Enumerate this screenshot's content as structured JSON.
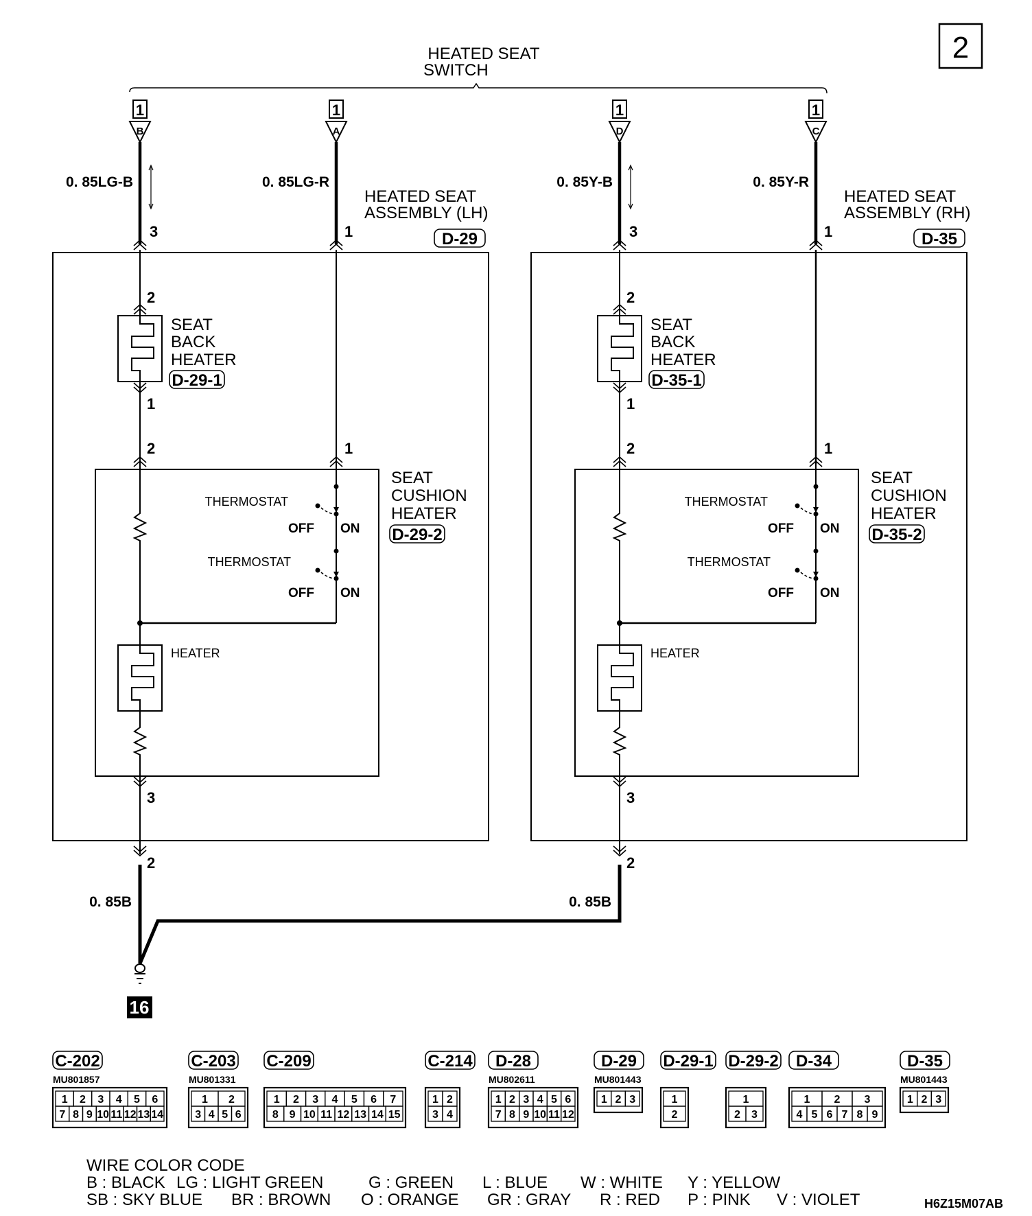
{
  "page_number": "2",
  "switch": {
    "title_line1": "HEATED SEAT",
    "title_line2": "SWITCH",
    "terminals": [
      {
        "connector": "1",
        "pin": "B",
        "wire": "0. 85LG-B"
      },
      {
        "connector": "1",
        "pin": "A",
        "wire": "0. 85LG-R"
      },
      {
        "connector": "1",
        "pin": "D",
        "wire": "0. 85Y-B"
      },
      {
        "connector": "1",
        "pin": "C",
        "wire": "0. 85Y-R"
      }
    ]
  },
  "assemblies": [
    {
      "title_line1": "HEATED SEAT",
      "title_line2": "ASSEMBLY (LH)",
      "connector": "D-29",
      "pin_top_left": "3",
      "pin_top_right": "1",
      "back_heater": {
        "line1": "SEAT",
        "line2": "BACK",
        "line3": "HEATER",
        "connector": "D-29-1",
        "pin_top": "2",
        "pin_bottom": "1"
      },
      "cushion_heater": {
        "line1": "SEAT",
        "line2": "CUSHION",
        "line3": "HEATER",
        "connector": "D-29-2",
        "pin_top_left": "2",
        "pin_top_right": "1",
        "pin_bottom": "3"
      },
      "thermostat1": {
        "label": "THERMOSTAT",
        "off": "OFF",
        "on": "ON"
      },
      "thermostat2": {
        "label": "THERMOSTAT",
        "off": "OFF",
        "on": "ON"
      },
      "heater_label": "HEATER",
      "pin_bottom": "2",
      "ground_wire": "0. 85B"
    },
    {
      "title_line1": "HEATED SEAT",
      "title_line2": "ASSEMBLY (RH)",
      "connector": "D-35",
      "pin_top_left": "3",
      "pin_top_right": "1",
      "back_heater": {
        "line1": "SEAT",
        "line2": "BACK",
        "line3": "HEATER",
        "connector": "D-35-1",
        "pin_top": "2",
        "pin_bottom": "1"
      },
      "cushion_heater": {
        "line1": "SEAT",
        "line2": "CUSHION",
        "line3": "HEATER",
        "connector": "D-35-2",
        "pin_top_left": "2",
        "pin_top_right": "1",
        "pin_bottom": "3"
      },
      "thermostat1": {
        "label": "THERMOSTAT",
        "off": "OFF",
        "on": "ON"
      },
      "thermostat2": {
        "label": "THERMOSTAT",
        "off": "OFF",
        "on": "ON"
      },
      "heater_label": "HEATER",
      "pin_bottom": "2",
      "ground_wire": "0. 85B"
    }
  ],
  "ground": {
    "id": "16"
  },
  "connectors": [
    {
      "id": "C-202",
      "part": "MU801857",
      "rows": [
        [
          "1",
          "2",
          "3",
          "4",
          "5",
          "6"
        ],
        [
          "7",
          "8",
          "9",
          "10",
          "11",
          "12",
          "13",
          "14"
        ]
      ]
    },
    {
      "id": "C-203",
      "part": "MU801331",
      "rows": [
        [
          "1",
          "2"
        ],
        [
          "3",
          "4",
          "5",
          "6"
        ]
      ]
    },
    {
      "id": "C-209",
      "part": "",
      "rows": [
        [
          "1",
          "2",
          "3",
          "4",
          "5",
          "6",
          "7"
        ],
        [
          "8",
          "9",
          "10",
          "11",
          "12",
          "13",
          "14",
          "15"
        ]
      ]
    },
    {
      "id": "C-214",
      "part": "",
      "rows": [
        [
          "1",
          "2"
        ],
        [
          "3",
          "4"
        ]
      ]
    },
    {
      "id": "D-28",
      "part": "MU802611",
      "rows": [
        [
          "1",
          "2",
          "3",
          "4",
          "5",
          "6"
        ],
        [
          "7",
          "8",
          "9",
          "10",
          "11",
          "12"
        ]
      ]
    },
    {
      "id": "D-29",
      "part": "MU801443",
      "rows": [
        [
          "1",
          "2",
          "3"
        ]
      ]
    },
    {
      "id": "D-29-1",
      "part": "",
      "rows": [
        [
          "1"
        ],
        [
          "2"
        ]
      ]
    },
    {
      "id": "D-29-2",
      "part": "",
      "rows": [
        [
          "1"
        ],
        [
          "2",
          "3"
        ]
      ]
    },
    {
      "id": "D-34",
      "part": "",
      "rows": [
        [
          "1",
          "2",
          "3"
        ],
        [
          "4",
          "5",
          "6",
          "7",
          "8",
          "9"
        ]
      ]
    },
    {
      "id": "D-35",
      "part": "MU801443",
      "rows": [
        [
          "1",
          "2",
          "3"
        ]
      ]
    }
  ],
  "wire_color_code": {
    "title": "WIRE COLOR CODE",
    "line1": [
      "B : BLACK",
      "LG : LIGHT GREEN",
      "G : GREEN",
      "L : BLUE",
      "W : WHITE",
      "Y : YELLOW"
    ],
    "line2": [
      "SB : SKY BLUE",
      "BR : BROWN",
      "O : ORANGE",
      "GR : GRAY",
      "R : RED",
      "P : PINK",
      "V : VIOLET"
    ]
  },
  "drawing_code": "H6Z15M07AB"
}
